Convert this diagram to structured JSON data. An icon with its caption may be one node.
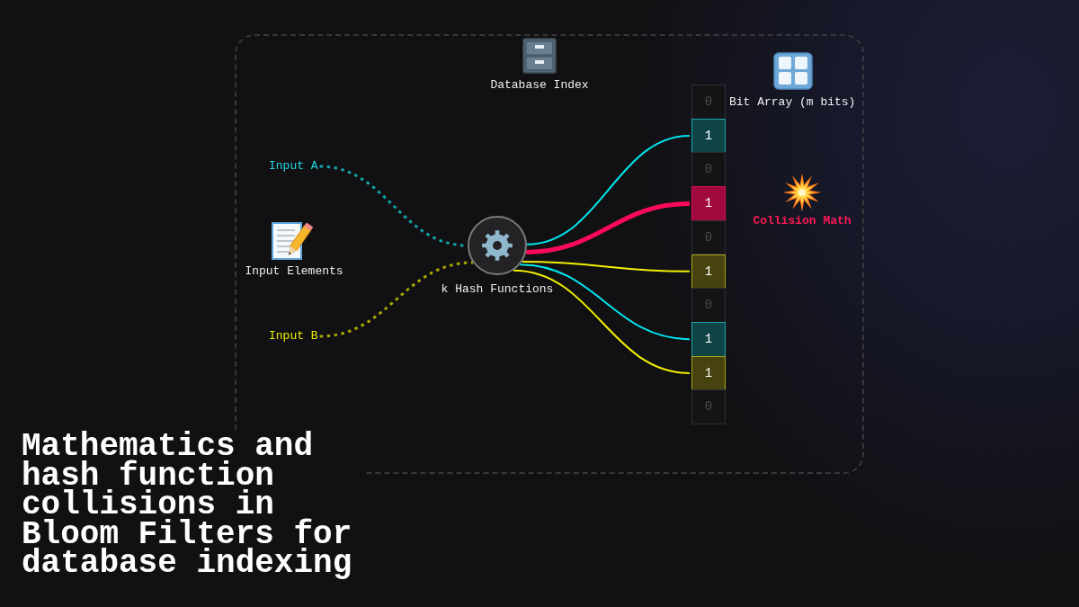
{
  "diagram": {
    "title": "Mathematics and hash function collisions in Bloom Filters for database indexing",
    "nodes": [
      {
        "text": [
          "Input A"
        ]
      },
      {
        "text": [
          "Input B"
        ]
      },
      {
        "text": [
          "k Hash Functions"
        ]
      },
      {
        "text": [
          "Bit Array (m bits)"
        ]
      },
      {
        "text": [
          "0"
        ],
        "in": 3
      },
      {
        "text": [
          "1"
        ],
        "in": 3
      },
      {
        "text": [
          "0"
        ],
        "in": 3
      },
      {
        "text": [
          "1"
        ],
        "in": 3
      },
      {
        "text": [
          "0"
        ],
        "in": 3
      },
      {
        "text": [
          "1"
        ],
        "in": 3
      },
      {
        "text": [
          "0"
        ],
        "in": 3
      },
      {
        "text": [
          "1"
        ],
        "in": 3
      },
      {
        "text": [
          "1"
        ],
        "in": 3
      },
      {
        "text": [
          "0"
        ],
        "in": 3
      }
    ],
    "edges": [
      {
        "from": 0,
        "to": 2,
        "arrow": "none",
        "style": "dashed",
        "color": "#14a3a8"
      },
      {
        "from": 1,
        "to": 2,
        "arrow": "none",
        "style": "dashed",
        "color": "#a8a600"
      },
      {
        "from": 2,
        "to": 5,
        "arrow": "none",
        "color": "#00e5ee"
      },
      {
        "from": 2,
        "to": 7,
        "arrow": "none",
        "style": "thick",
        "color": "#ff0a5a"
      },
      {
        "from": 2,
        "to": 9,
        "arrow": "none",
        "color": "#f2f000"
      },
      {
        "from": 2,
        "to": 11,
        "arrow": "none",
        "color": "#00e5ee"
      },
      {
        "from": 2,
        "to": 12,
        "arrow": "none",
        "color": "#f2f000"
      }
    ],
    "labels": [
      "Database Index",
      "Collision Math",
      "Input Elements"
    ]
  }
}
